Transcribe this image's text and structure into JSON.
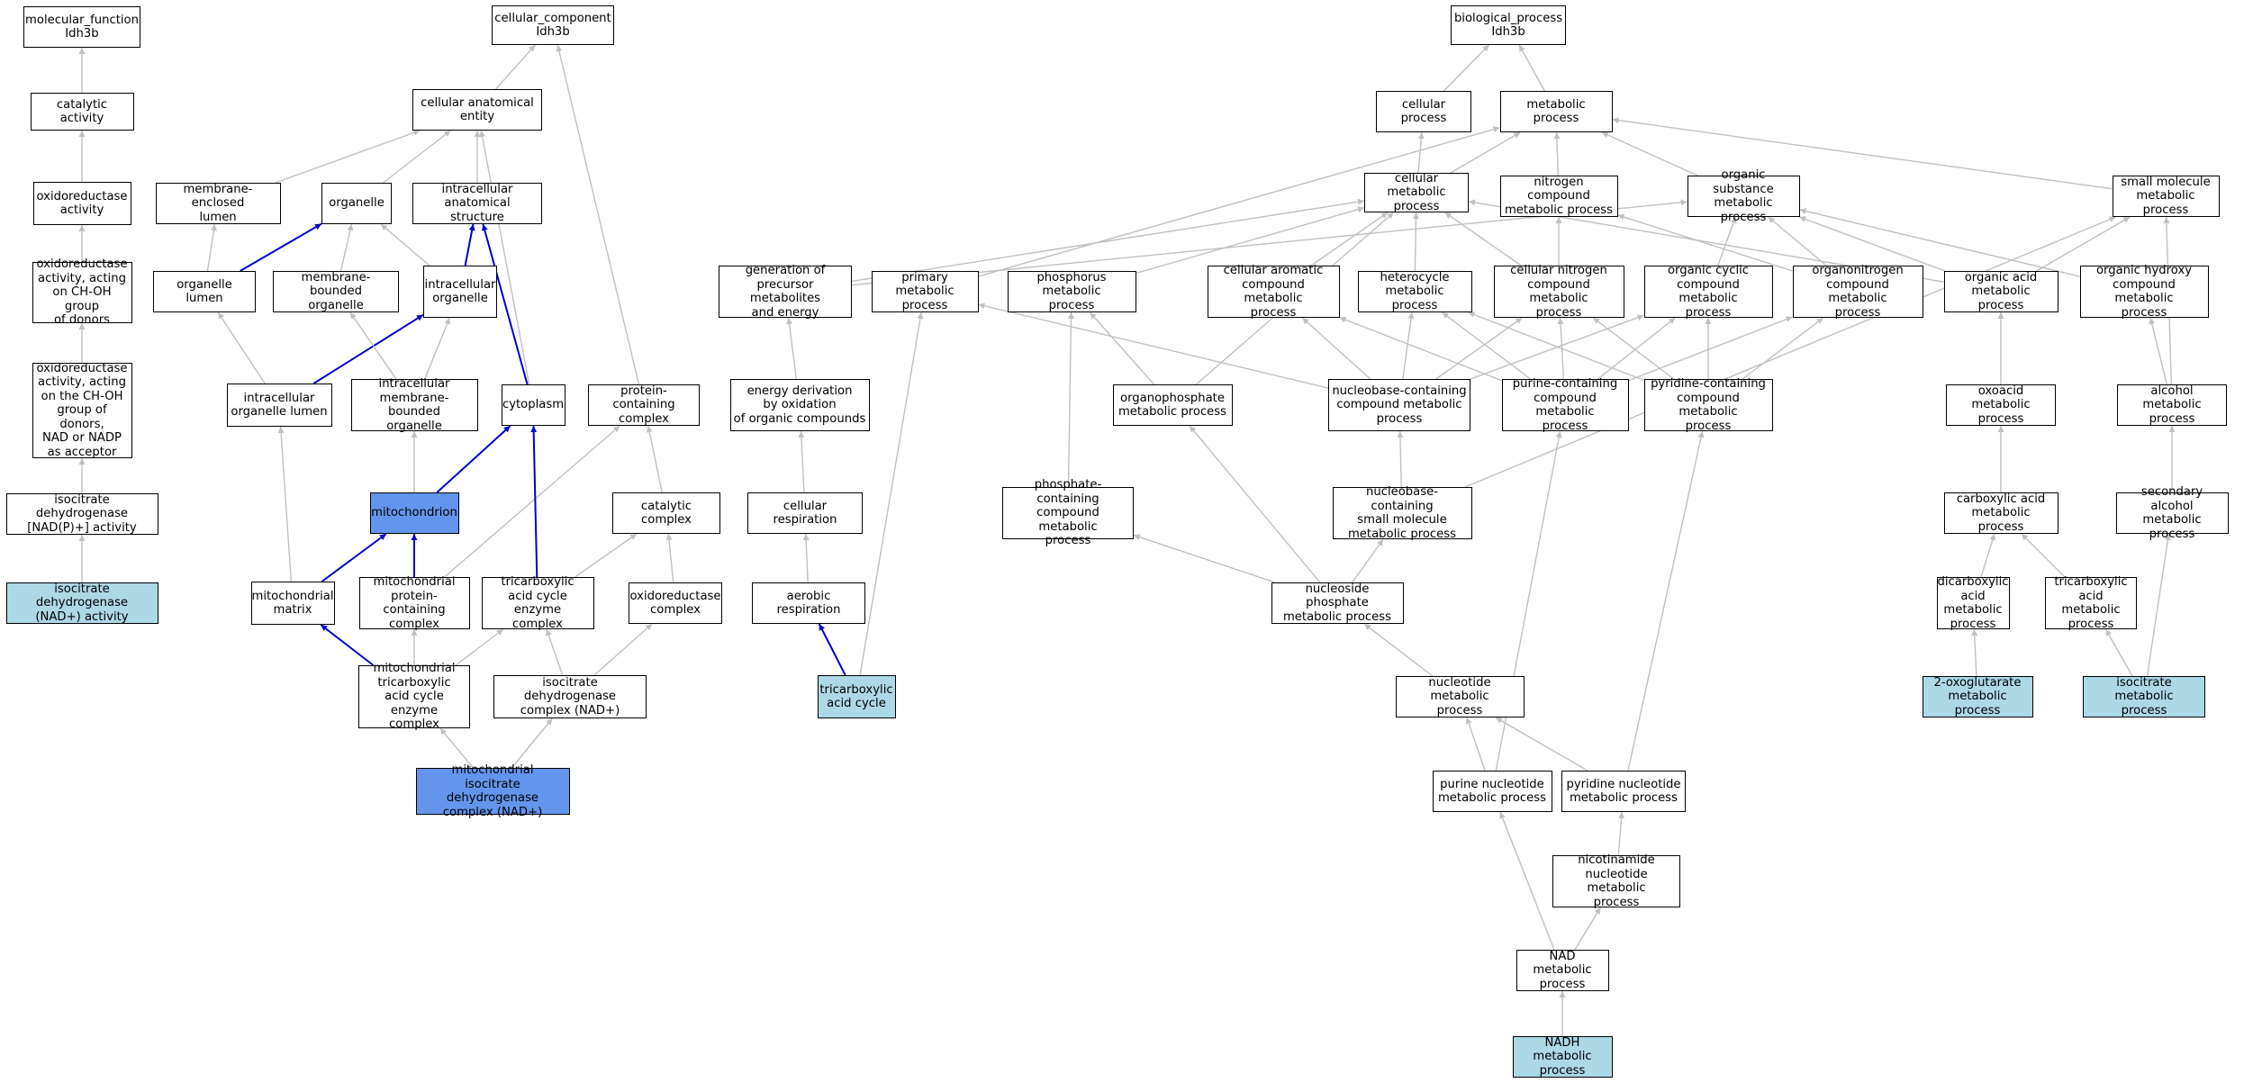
{
  "colors": {
    "edge_gray": "#c0c0c0",
    "edge_blue": "#0000cd",
    "node_light": "#add8e6",
    "node_blue": "#6495ed",
    "border": "#000000"
  },
  "nodes": [
    {
      "id": "mf",
      "text": "molecular_function\nIdh3b"
    },
    {
      "id": "catalytic",
      "text": "catalytic activity"
    },
    {
      "id": "oxred_act",
      "text": "oxidoreductase\nactivity"
    },
    {
      "id": "oxred_choh",
      "text": "oxidoreductase\nactivity, acting\non CH-OH group\nof donors"
    },
    {
      "id": "oxred_nad",
      "text": "oxidoreductase\nactivity, acting\non the CH-OH\ngroup of donors,\nNAD or NADP\nas acceptor"
    },
    {
      "id": "icdh_nadp_act",
      "text": "isocitrate dehydrogenase\n[NAD(P)+] activity"
    },
    {
      "id": "icdh_nad_act",
      "text": "isocitrate dehydrogenase\n(NAD+) activity",
      "hl": "light"
    },
    {
      "id": "cc",
      "text": "cellular_component\nIdh3b"
    },
    {
      "id": "cae",
      "text": "cellular anatomical\nentity"
    },
    {
      "id": "mel",
      "text": "membrane-enclosed\nlumen"
    },
    {
      "id": "organelle",
      "text": "organelle"
    },
    {
      "id": "ias",
      "text": "intracellular\nanatomical structure"
    },
    {
      "id": "org_lumen",
      "text": "organelle lumen"
    },
    {
      "id": "mbo",
      "text": "membrane-bounded\norganelle"
    },
    {
      "id": "io",
      "text": "intracellular\norganelle"
    },
    {
      "id": "iol",
      "text": "intracellular\norganelle lumen"
    },
    {
      "id": "imbo",
      "text": "intracellular\nmembrane-bounded\norganelle"
    },
    {
      "id": "cytoplasm",
      "text": "cytoplasm"
    },
    {
      "id": "pcc",
      "text": "protein-containing\ncomplex"
    },
    {
      "id": "mito",
      "text": "mitochondrion",
      "hl": "blue"
    },
    {
      "id": "catcomplex",
      "text": "catalytic complex"
    },
    {
      "id": "mmatrix",
      "text": "mitochondrial\nmatrix"
    },
    {
      "id": "mpcc",
      "text": "mitochondrial\nprotein-containing\ncomplex"
    },
    {
      "id": "tcaec",
      "text": "tricarboxylic\nacid cycle enzyme\ncomplex"
    },
    {
      "id": "oxredc",
      "text": "oxidoreductase\ncomplex"
    },
    {
      "id": "mtcaec",
      "text": "mitochondrial\ntricarboxylic\nacid cycle enzyme\ncomplex"
    },
    {
      "id": "icdhc",
      "text": "isocitrate dehydrogenase\ncomplex (NAD+)"
    },
    {
      "id": "micdhc",
      "text": "mitochondrial\nisocitrate dehydrogenase\ncomplex (NAD+)",
      "hl": "blue"
    },
    {
      "id": "bp",
      "text": "biological_process\nIdh3b"
    },
    {
      "id": "cellproc",
      "text": "cellular process"
    },
    {
      "id": "metproc",
      "text": "metabolic process"
    },
    {
      "id": "cmp",
      "text": "cellular metabolic\nprocess"
    },
    {
      "id": "ncmp",
      "text": "nitrogen compound\nmetabolic process"
    },
    {
      "id": "osmp",
      "text": "organic substance\nmetabolic process"
    },
    {
      "id": "smmp",
      "text": "small molecule\nmetabolic process"
    },
    {
      "id": "gpme",
      "text": "generation of\nprecursor metabolites\nand energy"
    },
    {
      "id": "pmp",
      "text": "primary metabolic\nprocess"
    },
    {
      "id": "phmp",
      "text": "phosphorus metabolic\nprocess"
    },
    {
      "id": "cacmp",
      "text": "cellular aromatic\ncompound metabolic\nprocess"
    },
    {
      "id": "hmp",
      "text": "heterocycle\nmetabolic process"
    },
    {
      "id": "cncmp",
      "text": "cellular nitrogen\ncompound metabolic\nprocess"
    },
    {
      "id": "occmp",
      "text": "organic cyclic\ncompound metabolic\nprocess"
    },
    {
      "id": "onmp",
      "text": "organonitrogen\ncompound metabolic\nprocess"
    },
    {
      "id": "oamp",
      "text": "organic acid\nmetabolic process"
    },
    {
      "id": "ohcmp",
      "text": "organic hydroxy\ncompound metabolic\nprocess"
    },
    {
      "id": "edoc",
      "text": "energy derivation\nby oxidation\nof organic compounds"
    },
    {
      "id": "opmp",
      "text": "organophosphate\nmetabolic process"
    },
    {
      "id": "nbcmp",
      "text": "nucleobase-containing\ncompound metabolic\nprocess"
    },
    {
      "id": "pucmp",
      "text": "purine-containing\ncompound metabolic\nprocess"
    },
    {
      "id": "pycmp",
      "text": "pyridine-containing\ncompound metabolic\nprocess"
    },
    {
      "id": "oxamp",
      "text": "oxoacid metabolic\nprocess"
    },
    {
      "id": "almp",
      "text": "alcohol metabolic\nprocess"
    },
    {
      "id": "cresp",
      "text": "cellular respiration"
    },
    {
      "id": "phcmp",
      "text": "phosphate-containing\ncompound metabolic\nprocess"
    },
    {
      "id": "nbsmmp",
      "text": "nucleobase-containing\nsmall molecule\nmetabolic process"
    },
    {
      "id": "camp",
      "text": "carboxylic acid\nmetabolic process"
    },
    {
      "id": "samp",
      "text": "secondary alcohol\nmetabolic process"
    },
    {
      "id": "aresp",
      "text": "aerobic respiration"
    },
    {
      "id": "nspmp",
      "text": "nucleoside phosphate\nmetabolic process"
    },
    {
      "id": "dcamp",
      "text": "dicarboxylic\nacid metabolic\nprocess"
    },
    {
      "id": "tcamp",
      "text": "tricarboxylic\nacid metabolic\nprocess"
    },
    {
      "id": "tca",
      "text": "tricarboxylic\nacid cycle",
      "hl": "light"
    },
    {
      "id": "ntmp",
      "text": "nucleotide metabolic\nprocess"
    },
    {
      "id": "oxoglut",
      "text": "2-oxoglutarate\nmetabolic process",
      "hl": "light"
    },
    {
      "id": "isocit",
      "text": "isocitrate metabolic\nprocess",
      "hl": "light"
    },
    {
      "id": "pnmp",
      "text": "purine nucleotide\nmetabolic process"
    },
    {
      "id": "pynmp",
      "text": "pyridine nucleotide\nmetabolic process"
    },
    {
      "id": "nicmp",
      "text": "nicotinamide\nnucleotide metabolic\nprocess"
    },
    {
      "id": "nadmp",
      "text": "NAD metabolic\nprocess"
    },
    {
      "id": "nadhmp",
      "text": "NADH metabolic\nprocess",
      "hl": "light"
    }
  ],
  "edges": [
    [
      "catalytic",
      "mf",
      "g"
    ],
    [
      "oxred_act",
      "catalytic",
      "g"
    ],
    [
      "oxred_choh",
      "oxred_act",
      "g"
    ],
    [
      "oxred_nad",
      "oxred_choh",
      "g"
    ],
    [
      "icdh_nadp_act",
      "oxred_nad",
      "g"
    ],
    [
      "icdh_nad_act",
      "icdh_nadp_act",
      "g"
    ],
    [
      "cae",
      "cc",
      "g"
    ],
    [
      "pcc",
      "cc",
      "g"
    ],
    [
      "mel",
      "cae",
      "g"
    ],
    [
      "organelle",
      "cae",
      "g"
    ],
    [
      "ias",
      "cae",
      "g"
    ],
    [
      "cytoplasm",
      "cae",
      "g"
    ],
    [
      "org_lumen",
      "mel",
      "g"
    ],
    [
      "org_lumen",
      "organelle",
      "b"
    ],
    [
      "mbo",
      "organelle",
      "g"
    ],
    [
      "io",
      "organelle",
      "g"
    ],
    [
      "io",
      "ias",
      "b"
    ],
    [
      "cytoplasm",
      "ias",
      "b"
    ],
    [
      "iol",
      "org_lumen",
      "g"
    ],
    [
      "iol",
      "io",
      "b"
    ],
    [
      "imbo",
      "mbo",
      "g"
    ],
    [
      "imbo",
      "io",
      "g"
    ],
    [
      "mito",
      "imbo",
      "g"
    ],
    [
      "mito",
      "cytoplasm",
      "b"
    ],
    [
      "catcomplex",
      "pcc",
      "g"
    ],
    [
      "mpcc",
      "pcc",
      "g"
    ],
    [
      "mmatrix",
      "iol",
      "g"
    ],
    [
      "mmatrix",
      "mito",
      "b"
    ],
    [
      "mpcc",
      "mito",
      "b"
    ],
    [
      "tcaec",
      "cytoplasm",
      "b"
    ],
    [
      "tcaec",
      "catcomplex",
      "g"
    ],
    [
      "oxredc",
      "catcomplex",
      "g"
    ],
    [
      "mtcaec",
      "mmatrix",
      "b"
    ],
    [
      "mtcaec",
      "mpcc",
      "g"
    ],
    [
      "mtcaec",
      "tcaec",
      "g"
    ],
    [
      "icdhc",
      "tcaec",
      "g"
    ],
    [
      "icdhc",
      "oxredc",
      "g"
    ],
    [
      "micdhc",
      "mtcaec",
      "g"
    ],
    [
      "micdhc",
      "icdhc",
      "g"
    ],
    [
      "cellproc",
      "bp",
      "g"
    ],
    [
      "metproc",
      "bp",
      "g"
    ],
    [
      "cmp",
      "cellproc",
      "g"
    ],
    [
      "cmp",
      "metproc",
      "g"
    ],
    [
      "ncmp",
      "metproc",
      "g"
    ],
    [
      "osmp",
      "metproc",
      "g"
    ],
    [
      "smmp",
      "metproc",
      "g"
    ],
    [
      "pmp",
      "metproc",
      "g"
    ],
    [
      "gpme",
      "cmp",
      "g"
    ],
    [
      "phmp",
      "cmp",
      "g"
    ],
    [
      "cacmp",
      "cmp",
      "g"
    ],
    [
      "hmp",
      "cmp",
      "g"
    ],
    [
      "cncmp",
      "cmp",
      "g"
    ],
    [
      "oamp",
      "cmp",
      "g"
    ],
    [
      "opmp",
      "cmp",
      "g"
    ],
    [
      "cncmp",
      "ncmp",
      "g"
    ],
    [
      "onmp",
      "ncmp",
      "g"
    ],
    [
      "gpme",
      "osmp",
      "g"
    ],
    [
      "occmp",
      "osmp",
      "g"
    ],
    [
      "onmp",
      "osmp",
      "g"
    ],
    [
      "oamp",
      "osmp",
      "g"
    ],
    [
      "ohcmp",
      "osmp",
      "g"
    ],
    [
      "oamp",
      "smmp",
      "g"
    ],
    [
      "almp",
      "smmp",
      "g"
    ],
    [
      "nbsmmp",
      "smmp",
      "g"
    ],
    [
      "edoc",
      "gpme",
      "g"
    ],
    [
      "cresp",
      "edoc",
      "g"
    ],
    [
      "aresp",
      "cresp",
      "g"
    ],
    [
      "tca",
      "aresp",
      "b"
    ],
    [
      "tca",
      "pmp",
      "g"
    ],
    [
      "opmp",
      "phmp",
      "g"
    ],
    [
      "phcmp",
      "phmp",
      "g"
    ],
    [
      "nbcmp",
      "pmp",
      "g"
    ],
    [
      "nbcmp",
      "cacmp",
      "g"
    ],
    [
      "nbcmp",
      "hmp",
      "g"
    ],
    [
      "nbcmp",
      "cncmp",
      "g"
    ],
    [
      "nbcmp",
      "occmp",
      "g"
    ],
    [
      "pucmp",
      "cacmp",
      "g"
    ],
    [
      "pucmp",
      "hmp",
      "g"
    ],
    [
      "pucmp",
      "cncmp",
      "g"
    ],
    [
      "pucmp",
      "occmp",
      "g"
    ],
    [
      "pucmp",
      "onmp",
      "g"
    ],
    [
      "pycmp",
      "hmp",
      "g"
    ],
    [
      "pycmp",
      "cncmp",
      "g"
    ],
    [
      "pycmp",
      "occmp",
      "g"
    ],
    [
      "pycmp",
      "onmp",
      "g"
    ],
    [
      "nbsmmp",
      "nbcmp",
      "g"
    ],
    [
      "nspmp",
      "nbsmmp",
      "g"
    ],
    [
      "nspmp",
      "phcmp",
      "g"
    ],
    [
      "nspmp",
      "opmp",
      "g"
    ],
    [
      "ntmp",
      "nspmp",
      "g"
    ],
    [
      "pnmp",
      "ntmp",
      "g"
    ],
    [
      "pynmp",
      "ntmp",
      "g"
    ],
    [
      "pnmp",
      "pucmp",
      "g"
    ],
    [
      "pynmp",
      "pycmp",
      "g"
    ],
    [
      "nicmp",
      "pynmp",
      "g"
    ],
    [
      "nadmp",
      "nicmp",
      "g"
    ],
    [
      "nadmp",
      "pnmp",
      "g"
    ],
    [
      "nadhmp",
      "nadmp",
      "g"
    ],
    [
      "oxamp",
      "oamp",
      "g"
    ],
    [
      "camp",
      "oxamp",
      "g"
    ],
    [
      "dcamp",
      "camp",
      "g"
    ],
    [
      "tcamp",
      "camp",
      "g"
    ],
    [
      "oxoglut",
      "dcamp",
      "g"
    ],
    [
      "isocit",
      "tcamp",
      "g"
    ],
    [
      "isocit",
      "samp",
      "g"
    ],
    [
      "samp",
      "almp",
      "g"
    ],
    [
      "almp",
      "ohcmp",
      "g"
    ]
  ]
}
